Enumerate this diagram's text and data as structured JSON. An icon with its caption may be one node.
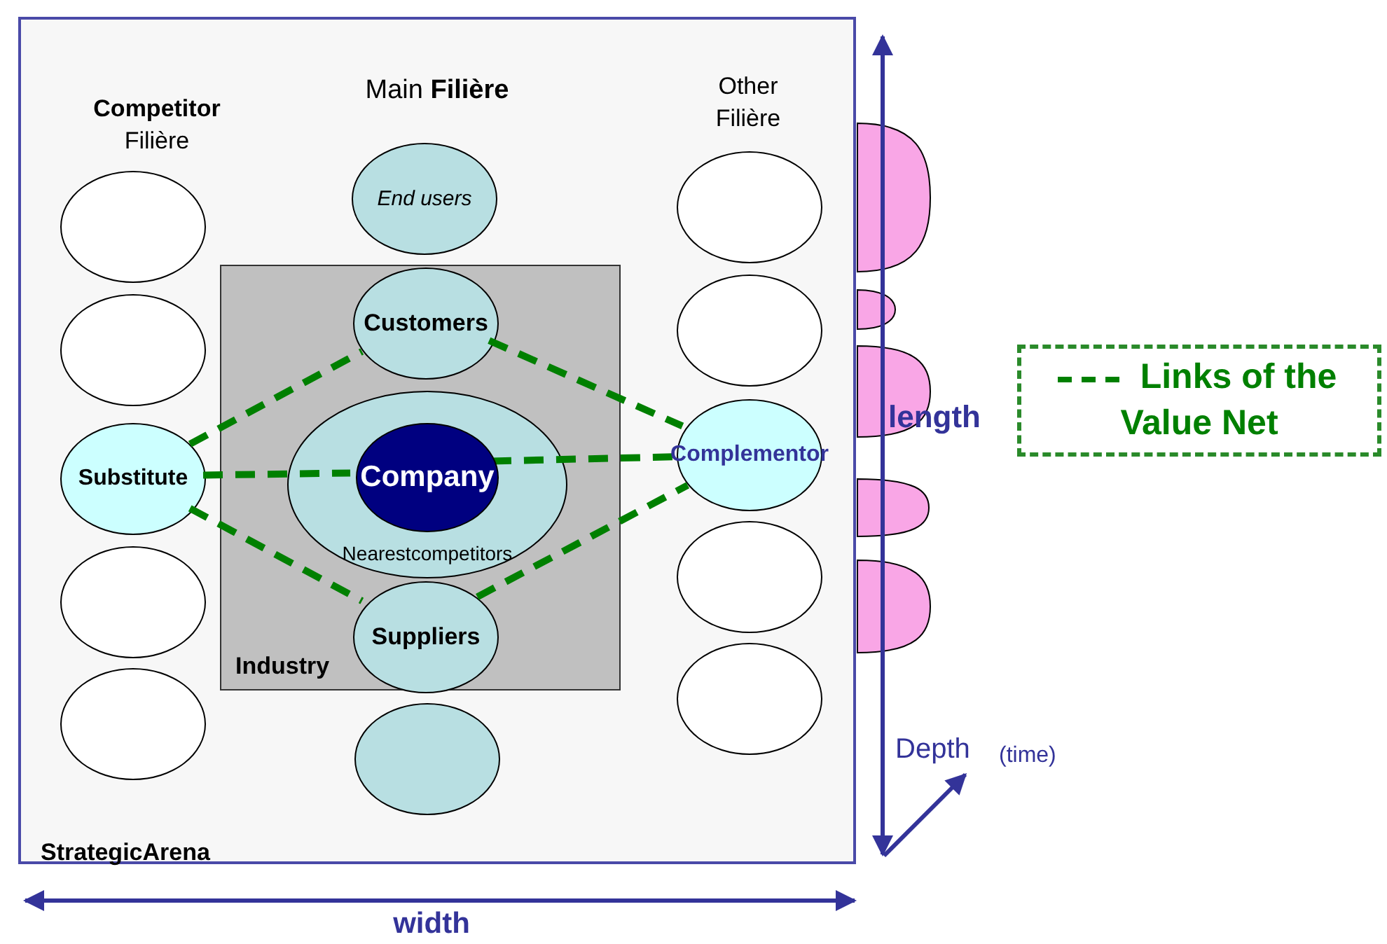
{
  "diagram": {
    "nodes": [
      {
        "text": [
          "StrategicArena"
        ]
      },
      {
        "text": [],
        "shape": "ellipse",
        "in": 0
      },
      {
        "text": [],
        "shape": "ellipse",
        "in": 0
      },
      {
        "text": [
          "Substitute"
        ],
        "in": 0
      },
      {
        "text": [],
        "shape": "ellipse",
        "in": 0
      },
      {
        "text": [],
        "shape": "ellipse",
        "in": 0
      },
      {
        "text": [
          "End users"
        ],
        "in": 0
      },
      {
        "text": [
          "Industry"
        ],
        "in": 0
      },
      {
        "text": [
          "Customers"
        ],
        "in": 7
      },
      {
        "text": [
          "Nearestcompetitors"
        ],
        "in": 7
      },
      {
        "text": [
          "Company"
        ],
        "in": 9
      },
      {
        "text": [
          "Suppliers"
        ],
        "in": 7
      },
      {
        "text": [],
        "shape": "ellipse",
        "in": 0
      },
      {
        "text": [],
        "shape": "ellipse",
        "in": 0
      },
      {
        "text": [],
        "shape": "ellipse",
        "in": 0
      },
      {
        "text": [
          "Complementor"
        ],
        "in": 0
      },
      {
        "text": [],
        "shape": "ellipse",
        "in": 0
      },
      {
        "text": [],
        "shape": "ellipse",
        "in": 0
      }
    ],
    "edges": [
      {
        "from": 3,
        "to": 8,
        "arrow": "none",
        "style": "dashed"
      },
      {
        "from": 3,
        "to": 10,
        "arrow": "none",
        "style": "dashed"
      },
      {
        "from": 3,
        "to": 11,
        "arrow": "none",
        "style": "dashed"
      },
      {
        "from": 8,
        "to": 15,
        "arrow": "none",
        "style": "dashed"
      },
      {
        "from": 10,
        "to": 15,
        "arrow": "none",
        "style": "dashed"
      },
      {
        "from": 11,
        "to": 15,
        "arrow": "none",
        "style": "dashed"
      }
    ],
    "labels": [
      "**Competitor** Filière",
      "Main **Filière**",
      "Other Filière",
      "length",
      "Depth",
      "(time)",
      "width"
    ],
    "legend": [
      {
        "text": "Links of the Value Net"
      }
    ]
  }
}
